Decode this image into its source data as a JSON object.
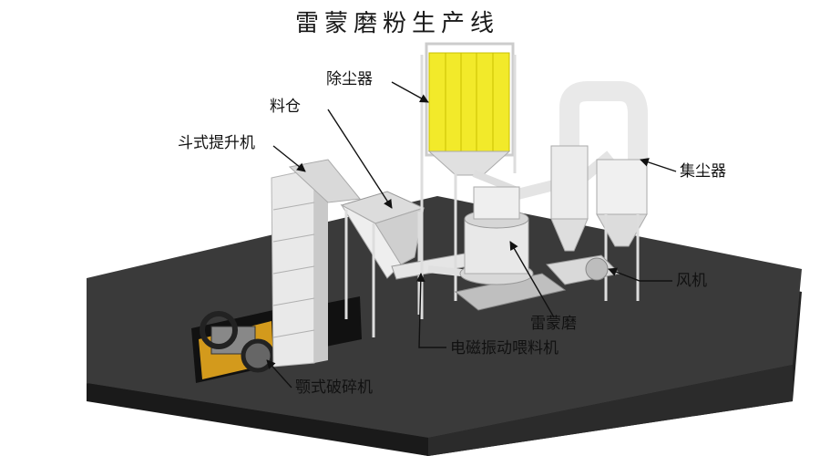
{
  "title": "雷蒙磨粉生产线",
  "labels": {
    "dust_remover": "除尘器",
    "silo": "料仓",
    "bucket_elevator": "斗式提升机",
    "cyclone_collector": "集尘器",
    "fan": "风机",
    "raymond_mill": "雷蒙磨",
    "vibrating_feeder": "电磁振动喂料机",
    "jaw_crusher": "颚式破碎机"
  },
  "colors": {
    "platform_top": "#3a3a3a",
    "platform_side": "#222222",
    "equipment": "#e9e9e9",
    "equipment_shade": "#c9c9c9",
    "filter_bags": "#f2ea2a",
    "crusher_base": "#d39a1c"
  }
}
